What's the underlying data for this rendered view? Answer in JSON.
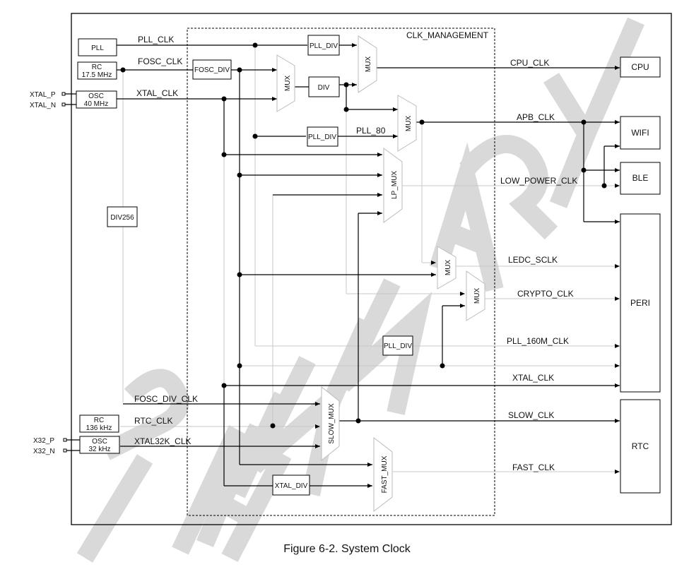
{
  "figure": {
    "caption": "Figure 6-2. System Clock",
    "watermark": "PRELIMINARY",
    "region_label": "CLK_MANAGEMENT"
  },
  "sources": {
    "pll": "PLL",
    "rc_fast": [
      "RC",
      "17.5 MHz"
    ],
    "osc_main": [
      "OSC",
      "40 MHz"
    ],
    "div256": "DIV256",
    "rc_slow": [
      "RC",
      "136 kHz"
    ],
    "osc_32k": [
      "OSC",
      "32 kHz"
    ]
  },
  "pins": {
    "xtal_p": "XTAL_P",
    "xtal_n": "XTAL_N",
    "x32_p": "X32_P",
    "x32_n": "X32_N"
  },
  "internal_signals": {
    "pll_clk": "PLL_CLK",
    "fosc_clk": "FOSC_CLK",
    "xtal_clk": "XTAL_CLK",
    "pll_80": "PLL_80",
    "fosc_div_clk": "FOSC_DIV_CLK",
    "rtc_clk": "RTC_CLK",
    "xtal32k_clk": "XTAL32K_CLK"
  },
  "blocks": {
    "pll_div_top": "PLL_DIV",
    "fosc_div": "FOSC_DIV",
    "div": "DIV",
    "pll_div_mid": "PLL_DIV",
    "pll_div_low": "PLL_DIV",
    "xtal_div": "XTAL_DIV"
  },
  "muxes": {
    "mux_a": "MUX",
    "mux_cpu": "MUX",
    "mux_apb": "MUX",
    "lp_mux": "LP_MUX",
    "mux_ledc": "MUX",
    "mux_crypto": "MUX",
    "slow_mux": "SLOW_MUX",
    "fast_mux": "FAST_MUX"
  },
  "outputs": {
    "cpu_clk": "CPU_CLK",
    "apb_clk": "APB_CLK",
    "low_power_clk": "LOW_POWER_CLK",
    "ledc_sclk": "LEDC_SCLK",
    "crypto_clk": "CRYPTO_CLK",
    "pll_160m_clk": "PLL_160M_CLK",
    "xtal_clk": "XTAL_CLK",
    "slow_clk": "SLOW_CLK",
    "fast_clk": "FAST_CLK"
  },
  "destinations": {
    "cpu": "CPU",
    "wifi": "WIFI",
    "ble": "BLE",
    "peri": "PERI",
    "rtc": "RTC"
  }
}
